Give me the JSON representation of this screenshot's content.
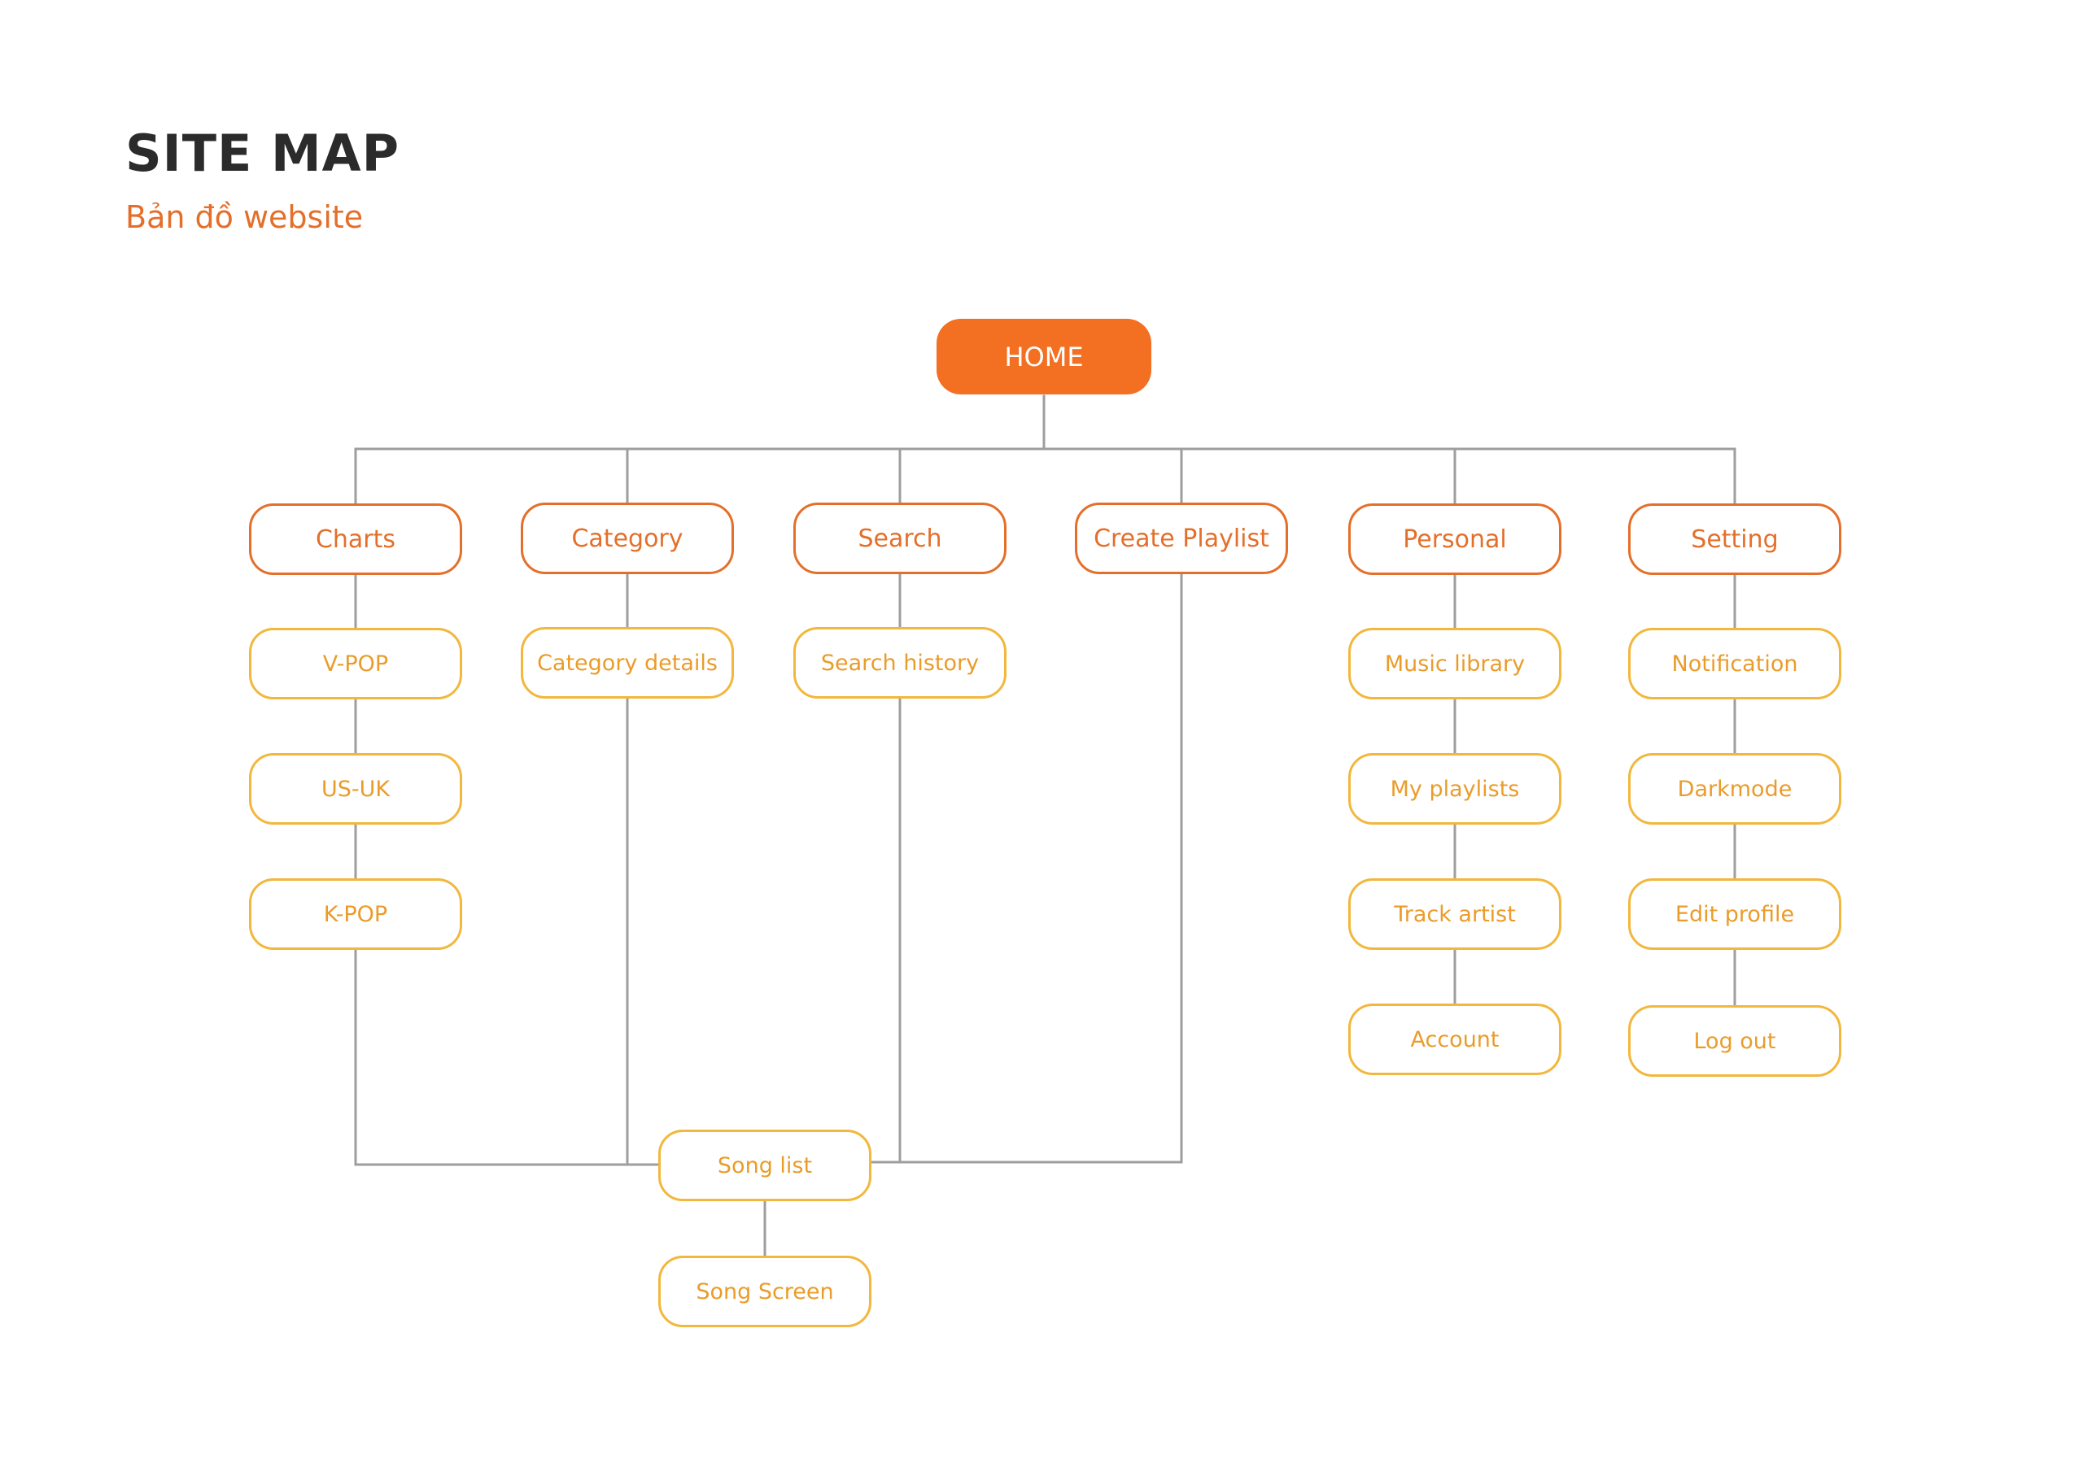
{
  "header": {
    "title": "SITE MAP",
    "subtitle": "Bản đồ website"
  },
  "colors": {
    "root_fill": "#f36f21",
    "level1_border": "#e46f2a",
    "level2_border": "#f2b73d",
    "level2_text": "#ea9c2a",
    "connector": "#9e9e9e",
    "title": "#2b2b2b"
  },
  "nodes": {
    "home": "HOME",
    "charts": "Charts",
    "category": "Category",
    "search": "Search",
    "create_playlist": "Create Playlist",
    "personal": "Personal",
    "setting": "Setting",
    "vpop": "V-POP",
    "usuk": "US-UK",
    "kpop": "K-POP",
    "category_details": "Category details",
    "search_history": "Search history",
    "music_library": "Music library",
    "my_playlists": "My playlists",
    "track_artist": "Track artist",
    "account": "Account",
    "notification": "Notification",
    "darkmode": "Darkmode",
    "edit_profile": "Edit profile",
    "log_out": "Log out",
    "song_list": "Song list",
    "song_screen": "Song Screen"
  },
  "edges": [
    [
      "home",
      "charts"
    ],
    [
      "home",
      "category"
    ],
    [
      "home",
      "search"
    ],
    [
      "home",
      "create_playlist"
    ],
    [
      "home",
      "personal"
    ],
    [
      "home",
      "setting"
    ],
    [
      "charts",
      "vpop"
    ],
    [
      "vpop",
      "usuk"
    ],
    [
      "usuk",
      "kpop"
    ],
    [
      "category",
      "category_details"
    ],
    [
      "search",
      "search_history"
    ],
    [
      "personal",
      "music_library"
    ],
    [
      "music_library",
      "my_playlists"
    ],
    [
      "my_playlists",
      "track_artist"
    ],
    [
      "track_artist",
      "account"
    ],
    [
      "setting",
      "notification"
    ],
    [
      "notification",
      "darkmode"
    ],
    [
      "darkmode",
      "edit_profile"
    ],
    [
      "edit_profile",
      "log_out"
    ],
    [
      "kpop",
      "song_list"
    ],
    [
      "category_details",
      "song_list"
    ],
    [
      "search_history",
      "song_list"
    ],
    [
      "create_playlist",
      "song_list"
    ],
    [
      "song_list",
      "song_screen"
    ]
  ]
}
